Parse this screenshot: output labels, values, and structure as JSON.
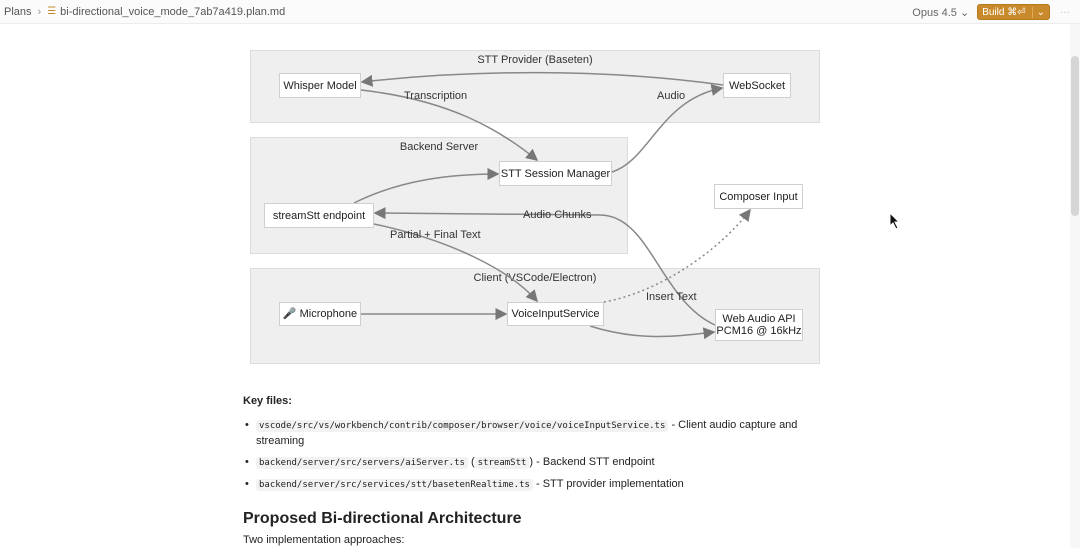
{
  "topbar": {
    "breadcrumb_root": "Plans",
    "file_name": "bi-directional_voice_mode_7ab7a419.plan.md",
    "model": "Opus 4.5",
    "build_label": "Build ⌘⏎"
  },
  "diagram": {
    "groups": {
      "stt": "STT Provider (Baseten)",
      "backend": "Backend Server",
      "client": "Client (VSCode/Electron)"
    },
    "nodes": {
      "whisper": "Whisper Model",
      "websocket": "WebSocket",
      "session": "STT Session Manager",
      "endpoint": "streamStt endpoint",
      "composer": "Composer Input",
      "mic": "🎤 Microphone",
      "voice": "VoiceInputService",
      "webaudio_1": "Web Audio API",
      "webaudio_2": "PCM16 @ 16kHz"
    },
    "edges": {
      "transcription": "Transcription",
      "audio": "Audio",
      "chunks": "Audio Chunks",
      "partial": "Partial + Final Text",
      "insert": "Insert Text"
    }
  },
  "content": {
    "key_files_label": "Key files:",
    "files": [
      {
        "path": "vscode/src/vs/workbench/contrib/composer/browser/voice/voiceInputService.ts",
        "desc": "- Client audio capture and streaming"
      },
      {
        "path": "backend/server/src/servers/aiServer.ts",
        "extra": "streamStt",
        "desc": "- Backend STT endpoint"
      },
      {
        "path": "backend/server/src/services/stt/basetenRealtime.ts",
        "desc": "- STT provider implementation"
      }
    ],
    "heading": "Proposed Bi-directional Architecture",
    "intro": "Two implementation approaches:"
  }
}
